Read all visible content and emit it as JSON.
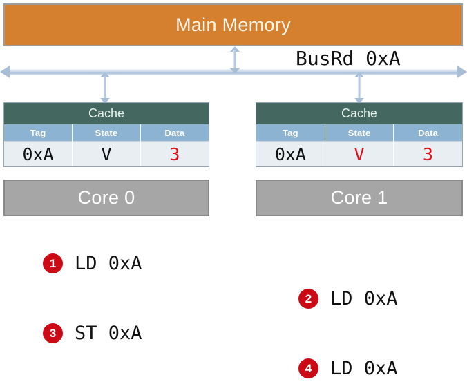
{
  "diagram": {
    "memory": {
      "label": "Main Memory"
    },
    "bus": {
      "transaction_label": "BusRd 0xA",
      "left_arrow_icon": "arrow-left-icon",
      "right_arrow_icon": "arrow-right-icon"
    },
    "columns": [
      "Tag",
      "State",
      "Data"
    ],
    "caches": [
      {
        "title": "Cache",
        "core_label": "Core 0",
        "row": {
          "tag": "0xA",
          "state": "V",
          "data": "3"
        },
        "highlight": {
          "tag": false,
          "state": false,
          "data": true
        }
      },
      {
        "title": "Cache",
        "core_label": "Core 1",
        "row": {
          "tag": "0xA",
          "state": "V",
          "data": "3"
        },
        "highlight": {
          "tag": false,
          "state": true,
          "data": true
        }
      }
    ]
  },
  "steps": [
    {
      "number": "1",
      "text": "LD 0xA"
    },
    {
      "number": "2",
      "text": "LD 0xA"
    },
    {
      "number": "3",
      "text": "ST 0xA"
    },
    {
      "number": "4",
      "text": "LD 0xA"
    }
  ],
  "colors": {
    "memory_fill": "#D4802F",
    "cache_header": "#44685F",
    "column_header": "#8CB3D1",
    "row_fill": "#E9EEF3",
    "core_fill": "#A6A6A6",
    "badge": "#CC0A16",
    "highlight_text": "#E31018",
    "bus": "#A7BED6"
  }
}
